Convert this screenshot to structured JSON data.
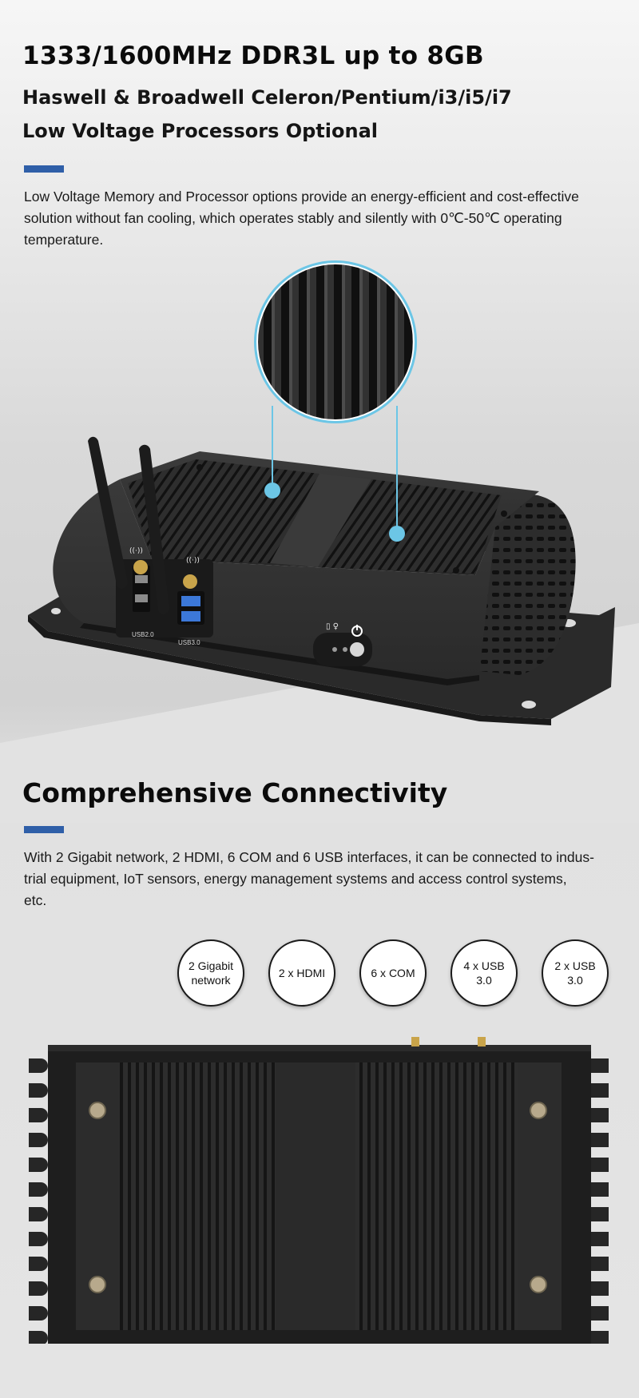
{
  "header": {
    "title": "1333/1600MHz DDR3L up to 8GB",
    "subtitle_line1": "Haswell & Broadwell Celeron/Pentium/i3/i5/i7",
    "subtitle_line2": "Low Voltage Processors Optional"
  },
  "section1": {
    "text_line1": "Low Voltage Memory and Processor options provide an energy-efficient and cost-effective",
    "text_line2": "solution without fan cooling, which operates stably and silently with 0℃-50℃ operating",
    "text_line3": "temperature."
  },
  "device_top": {
    "port_label_usb2": "USB2.0",
    "port_label_usb3": "USB3.0"
  },
  "section2": {
    "title": "Comprehensive Connectivity",
    "text_line1": "With 2 Gigabit network, 2 HDMI, 6 COM and 6 USB interfaces, it can be connected to indus-",
    "text_line2": "trial equipment, IoT sensors, energy management systems and access control systems,",
    "text_line3": "etc."
  },
  "interfaces": [
    {
      "label_line1": "2 Gigabit",
      "label_line2": "network"
    },
    {
      "label_line1": "2 x HDMI",
      "label_line2": ""
    },
    {
      "label_line1": "6 x COM",
      "label_line2": ""
    },
    {
      "label_line1": "4 x USB 3.0",
      "label_line2": ""
    },
    {
      "label_line1": "2 x USB 3.0",
      "label_line2": ""
    }
  ],
  "colors": {
    "accent_bar": "#2f5fa8",
    "callout_line": "#6cc6e6",
    "device_body": "#2b2b2b"
  }
}
